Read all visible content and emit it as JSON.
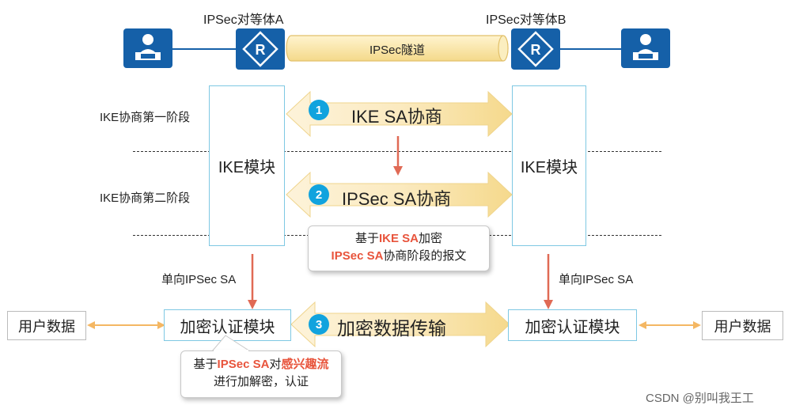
{
  "peers": {
    "a_title": "IPSec对等体A",
    "b_title": "IPSec对等体B"
  },
  "tunnel": {
    "label": "IPSec隧道"
  },
  "phases": {
    "phase1": "IKE协商第一阶段",
    "phase2": "IKE协商第二阶段"
  },
  "ike_module": {
    "left": "IKE模块",
    "right": "IKE模块"
  },
  "steps": [
    {
      "num": "1",
      "label": "IKE SA协商"
    },
    {
      "num": "2",
      "label": "IPSec SA协商"
    },
    {
      "num": "3",
      "label": "加密数据传输"
    }
  ],
  "callout1": {
    "p1": "基于",
    "h1": "IKE SA",
    "p2": "加密",
    "h2": "IPSec SA",
    "p3": "协商阶段的报文"
  },
  "unidir": {
    "left": "单向IPSec SA",
    "right": "单向IPSec SA"
  },
  "crypto_module": {
    "left": "加密认证模块",
    "right": "加密认证模块"
  },
  "user_data": {
    "left": "用户数据",
    "right": "用户数据"
  },
  "callout2": {
    "p1": "基于",
    "h1": "IPSec SA",
    "p2": "对",
    "h2": "感兴趣流",
    "line2": "进行加解密，认证"
  },
  "watermark": "CSDN @别叫我王工",
  "colors": {
    "icon_blue": "#1560a8",
    "accent_red": "#e8543c",
    "box_border": "#7ec8e3",
    "number_blue": "#11a3de"
  },
  "icons": [
    "user-terminal-icon",
    "router-icon"
  ]
}
